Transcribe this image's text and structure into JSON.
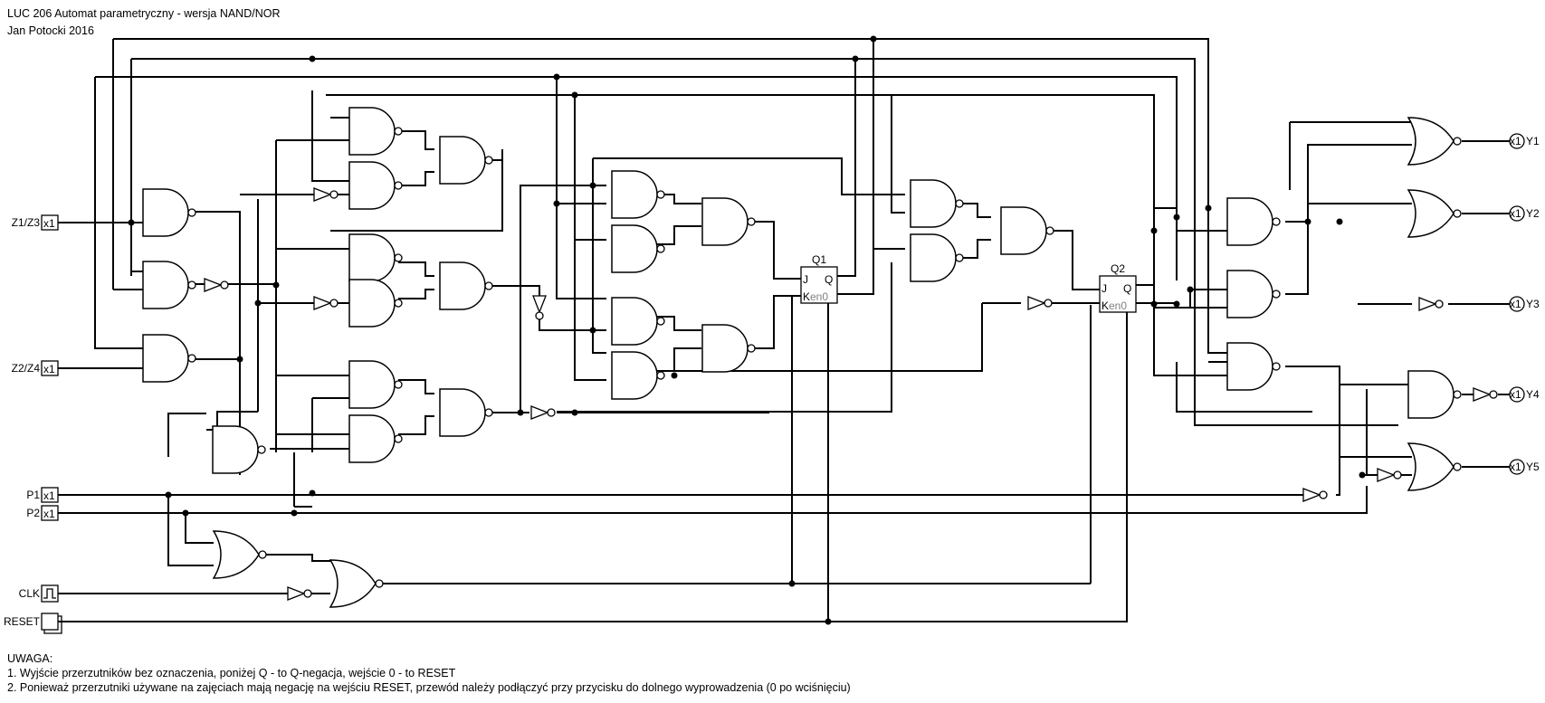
{
  "header": {
    "title": "LUC 206 Automat parametryczny - wersja NAND/NOR",
    "author": "Jan Potocki 2016"
  },
  "inputs": [
    {
      "label": "Z1/Z3",
      "symbol": "x1"
    },
    {
      "label": "Z2/Z4",
      "symbol": "x1"
    },
    {
      "label": "P1",
      "symbol": "x1"
    },
    {
      "label": "P2",
      "symbol": "x1"
    },
    {
      "label": "CLK",
      "symbol": "clock"
    },
    {
      "label": "RESET",
      "symbol": "button"
    }
  ],
  "outputs": [
    {
      "label": "Y1",
      "symbol": "x1"
    },
    {
      "label": "Y2",
      "symbol": "x1"
    },
    {
      "label": "Y3",
      "symbol": "x1"
    },
    {
      "label": "Y4",
      "symbol": "x1"
    },
    {
      "label": "Y5",
      "symbol": "x1"
    }
  ],
  "flipflops": [
    {
      "name": "Q1",
      "j": "J",
      "k": "K",
      "q": "Q",
      "en": "en0"
    },
    {
      "name": "Q2",
      "j": "J",
      "k": "K",
      "q": "Q",
      "en": "en0"
    }
  ],
  "notes": {
    "heading": "UWAGA:",
    "lines": [
      "1. Wyjście przerzutników bez oznaczenia, poniżej Q - to Q-negacja, wejście 0 - to RESET",
      "2. Ponieważ przerzutniki używane na zajęciach mają negację na wejściu RESET, przewód należy podłączyć przy przycisku do dolnego wyprowadzenia (0 po wciśnięciu)"
    ]
  }
}
